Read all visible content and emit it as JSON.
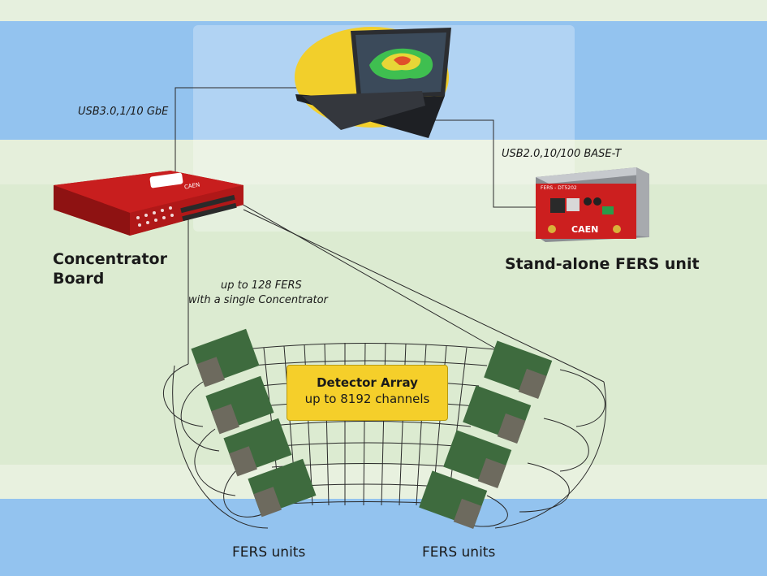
{
  "links": {
    "laptop_concentrator": "USB3.0,1/10 GbE",
    "laptop_standalone": "USB2.0,10/100 BASE-T",
    "concentrator_fers": "up to 128 FERS",
    "concentrator_fers_2": "with a single Concentrator"
  },
  "nodes": {
    "concentrator": {
      "title": "Concentrator",
      "title_2": "Board",
      "logo": "CAEN"
    },
    "standalone": {
      "title": "Stand-alone FERS unit",
      "logo": "CAEN",
      "panel_label": "FERS - DT5202"
    },
    "detector_array": {
      "title": "Detector Array",
      "subtitle": "up to 8192 channels"
    },
    "fers_left": "FERS units",
    "fers_right": "FERS units"
  },
  "colors": {
    "band_blue": "#93c3ef",
    "band_green": "#dcebd1",
    "band_light": "#e8f1df",
    "device_red": "#c81e1e",
    "array_yellow": "#f5cf2a",
    "board_green": "#3e6b3e"
  }
}
